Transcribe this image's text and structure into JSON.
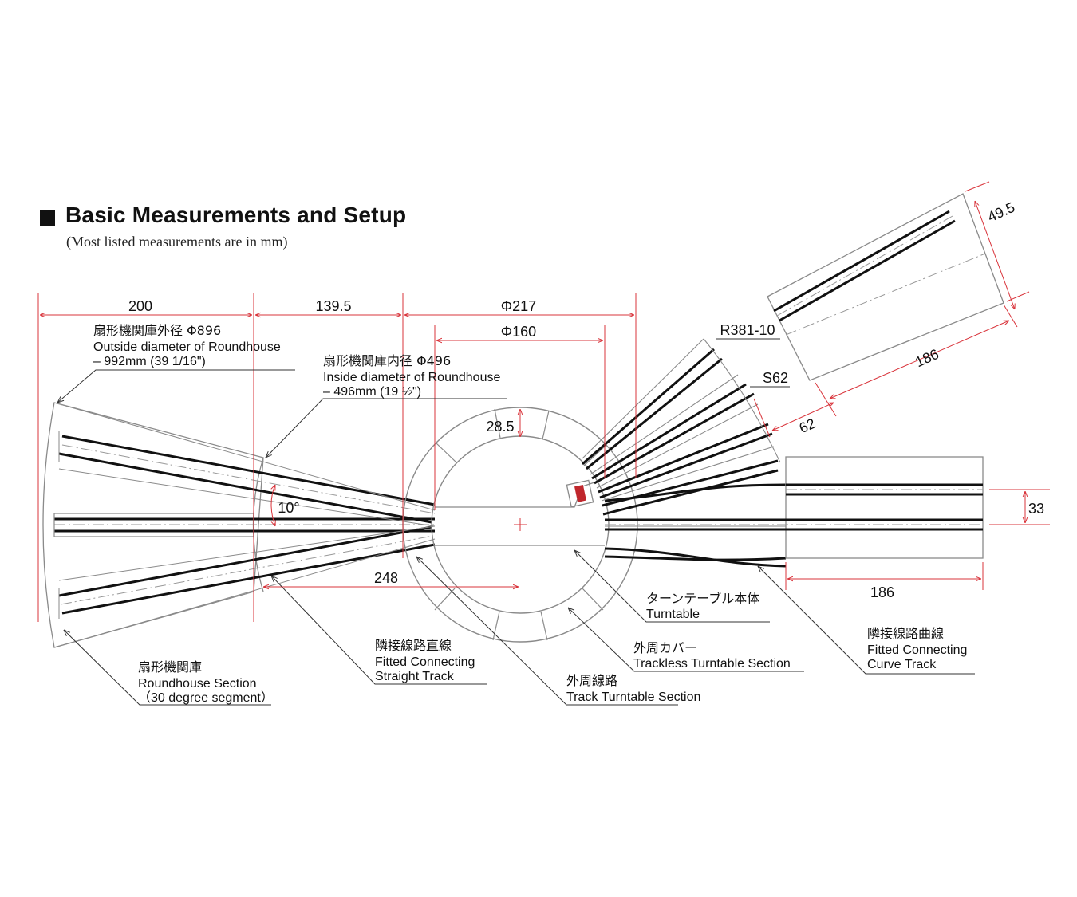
{
  "title": "Basic Measurements and Setup",
  "subtitle": "(Most listed measurements are in mm)",
  "dimensions": {
    "d200": "200",
    "d139_5": "139.5",
    "d217": "Φ217",
    "d160": "Φ160",
    "d28_5": "28.5",
    "d10deg": "10°",
    "d248": "248",
    "r381": "R381-10",
    "s62": "S62",
    "d62": "62",
    "d186_diag": "186",
    "d49_5": "49.5",
    "d33": "33",
    "d186_bottom": "186"
  },
  "labels": {
    "outer_dia": {
      "jp": "扇形機関庫外径 Φ896",
      "en1": "Outside diameter of Roundhouse",
      "en2": "– 992mm (39 1/16\")"
    },
    "inner_dia": {
      "jp": "扇形機関庫内径 Φ496",
      "en1": "Inside diameter of Roundhouse",
      "en2": "– 496mm (19 ½\")"
    },
    "turntable": {
      "jp": "ターンテーブル本体",
      "en1": "Turntable"
    },
    "trackless": {
      "jp": "外周カバー",
      "en1": "Trackless Turntable Section"
    },
    "curve_track": {
      "jp": "隣接線路曲線",
      "en1": "Fitted Connecting",
      "en2": "Curve Track"
    },
    "straight_track": {
      "jp": "隣接線路直線",
      "en1": "Fitted Connecting",
      "en2": "Straight Track"
    },
    "track_section": {
      "jp": "外周線路",
      "en1": "Track Turntable Section"
    },
    "roundhouse": {
      "jp": "扇形機関庫",
      "en1": "Roundhouse Section",
      "en2": "（30 degree segment）"
    }
  },
  "colors": {
    "dimension_line": "#d9343b",
    "track": "#111111",
    "outline": "#8a8a8a",
    "turntable_marker": "#c0272d"
  }
}
